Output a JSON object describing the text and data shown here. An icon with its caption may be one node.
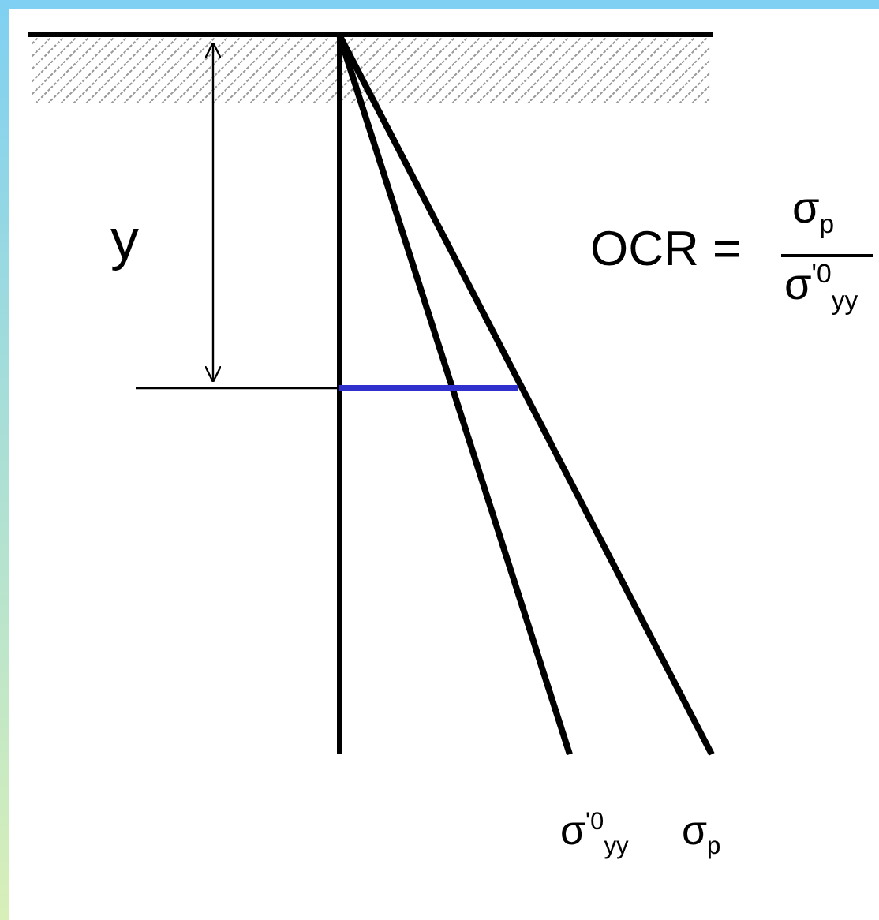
{
  "diagram": {
    "labels": [
      "y",
      "OCR =",
      "σ$_{p}$",
      "σ$^{'0}$$_{yy}$",
      "σ$^{'0}$$_{yy}$",
      "σ$_{p}$"
    ]
  }
}
